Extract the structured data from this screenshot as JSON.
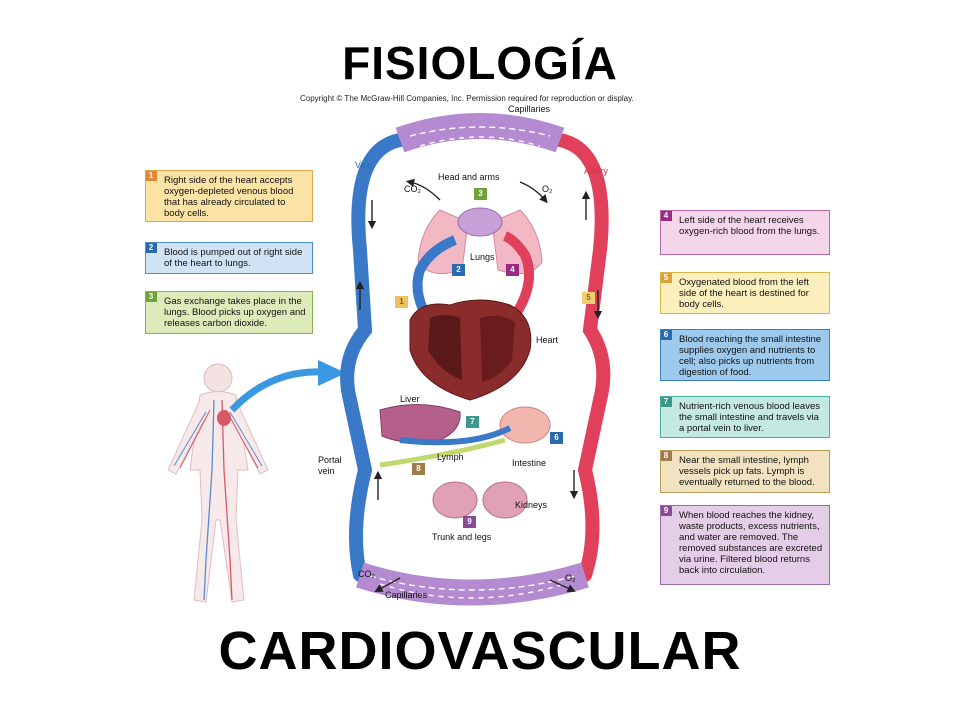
{
  "header": {
    "title": "FISIOLOGÍA",
    "copyright": "Copyright © The McGraw-Hill Companies, Inc. Permission required for reproduction or display."
  },
  "footer": {
    "title": "CARDIOVASCULAR"
  },
  "steps": [
    {
      "num": "1",
      "text": "Right side of the heart accepts oxygen-depleted venous blood that has already circulated to body cells."
    },
    {
      "num": "2",
      "text": "Blood is pumped out of right side of the heart to lungs."
    },
    {
      "num": "3",
      "text": "Gas exchange takes place in the lungs. Blood picks up oxygen and releases carbon dioxide."
    },
    {
      "num": "4",
      "text": "Left side of the heart receives oxygen-rich blood from the lungs."
    },
    {
      "num": "5",
      "text": "Oxygenated blood from the left side of the heart is destined for body cells."
    },
    {
      "num": "6",
      "text": "Blood reaching the small intestine supplies oxygen and nutrients to cell; also picks up nutrients from digestion of food."
    },
    {
      "num": "7",
      "text": "Nutrient-rich venous blood leaves the small intestine and travels via a portal vein to liver."
    },
    {
      "num": "8",
      "text": "Near the small intestine, lymph vessels pick up fats. Lymph is eventually returned to the blood."
    },
    {
      "num": "9",
      "text": "When blood reaches the kidney, waste products, excess nutrients, and water are removed. The removed substances are excreted via urine. Filtered blood returns back into circulation."
    }
  ],
  "labels": {
    "capillaries_top": "Capillaries",
    "capillaries_bottom": "Capillaries",
    "vein": "Vein",
    "artery": "Artery",
    "head_arms": "Head and arms",
    "co2_top": "CO₂",
    "o2_top": "O₂",
    "lungs": "Lungs",
    "heart": "Heart",
    "liver": "Liver",
    "lymph": "Lymph",
    "intestine": "Intestine",
    "portal_vein_1": "Portal",
    "portal_vein_2": "vein",
    "kidneys": "Kidneys",
    "trunk_legs": "Trunk and legs",
    "co2_bottom": "CO₂",
    "o2_bottom": "O₂"
  },
  "colors": {
    "vein": "#3a78c8",
    "artery": "#e0405a",
    "capillary": "#b48ad0"
  }
}
